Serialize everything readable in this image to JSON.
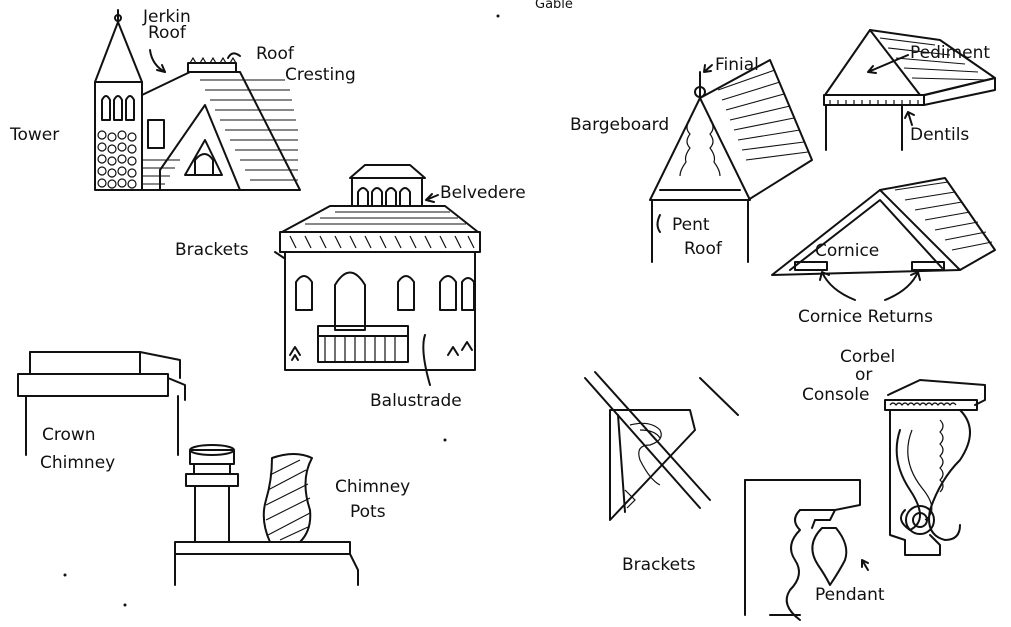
{
  "header": {
    "caption": "Gable"
  },
  "labels": {
    "jerkin_roof": "Jerkin",
    "jerkin_roof_2": "Roof",
    "roof_cresting": "Roof",
    "roof_cresting_2": "Cresting",
    "tower": "Tower",
    "belvedere": "Belvedere",
    "brackets_top": "Brackets",
    "balustrade": "Balustrade",
    "finial": "Finial",
    "bargeboard": "Bargeboard",
    "pent_roof": "Pent",
    "pent_roof_2": "Roof",
    "pediment": "Pediment",
    "dentils": "Dentils",
    "cornice": "Cornice",
    "cornice_returns": "Cornice Returns",
    "crown_chimney": "Crown",
    "crown_chimney_2": "Chimney",
    "chimney_pots": "Chimney",
    "chimney_pots_2": "Pots",
    "corbel": "Corbel",
    "corbel_2": "or",
    "corbel_3": "Console",
    "brackets_bottom": "Brackets",
    "pendant": "Pendant"
  }
}
